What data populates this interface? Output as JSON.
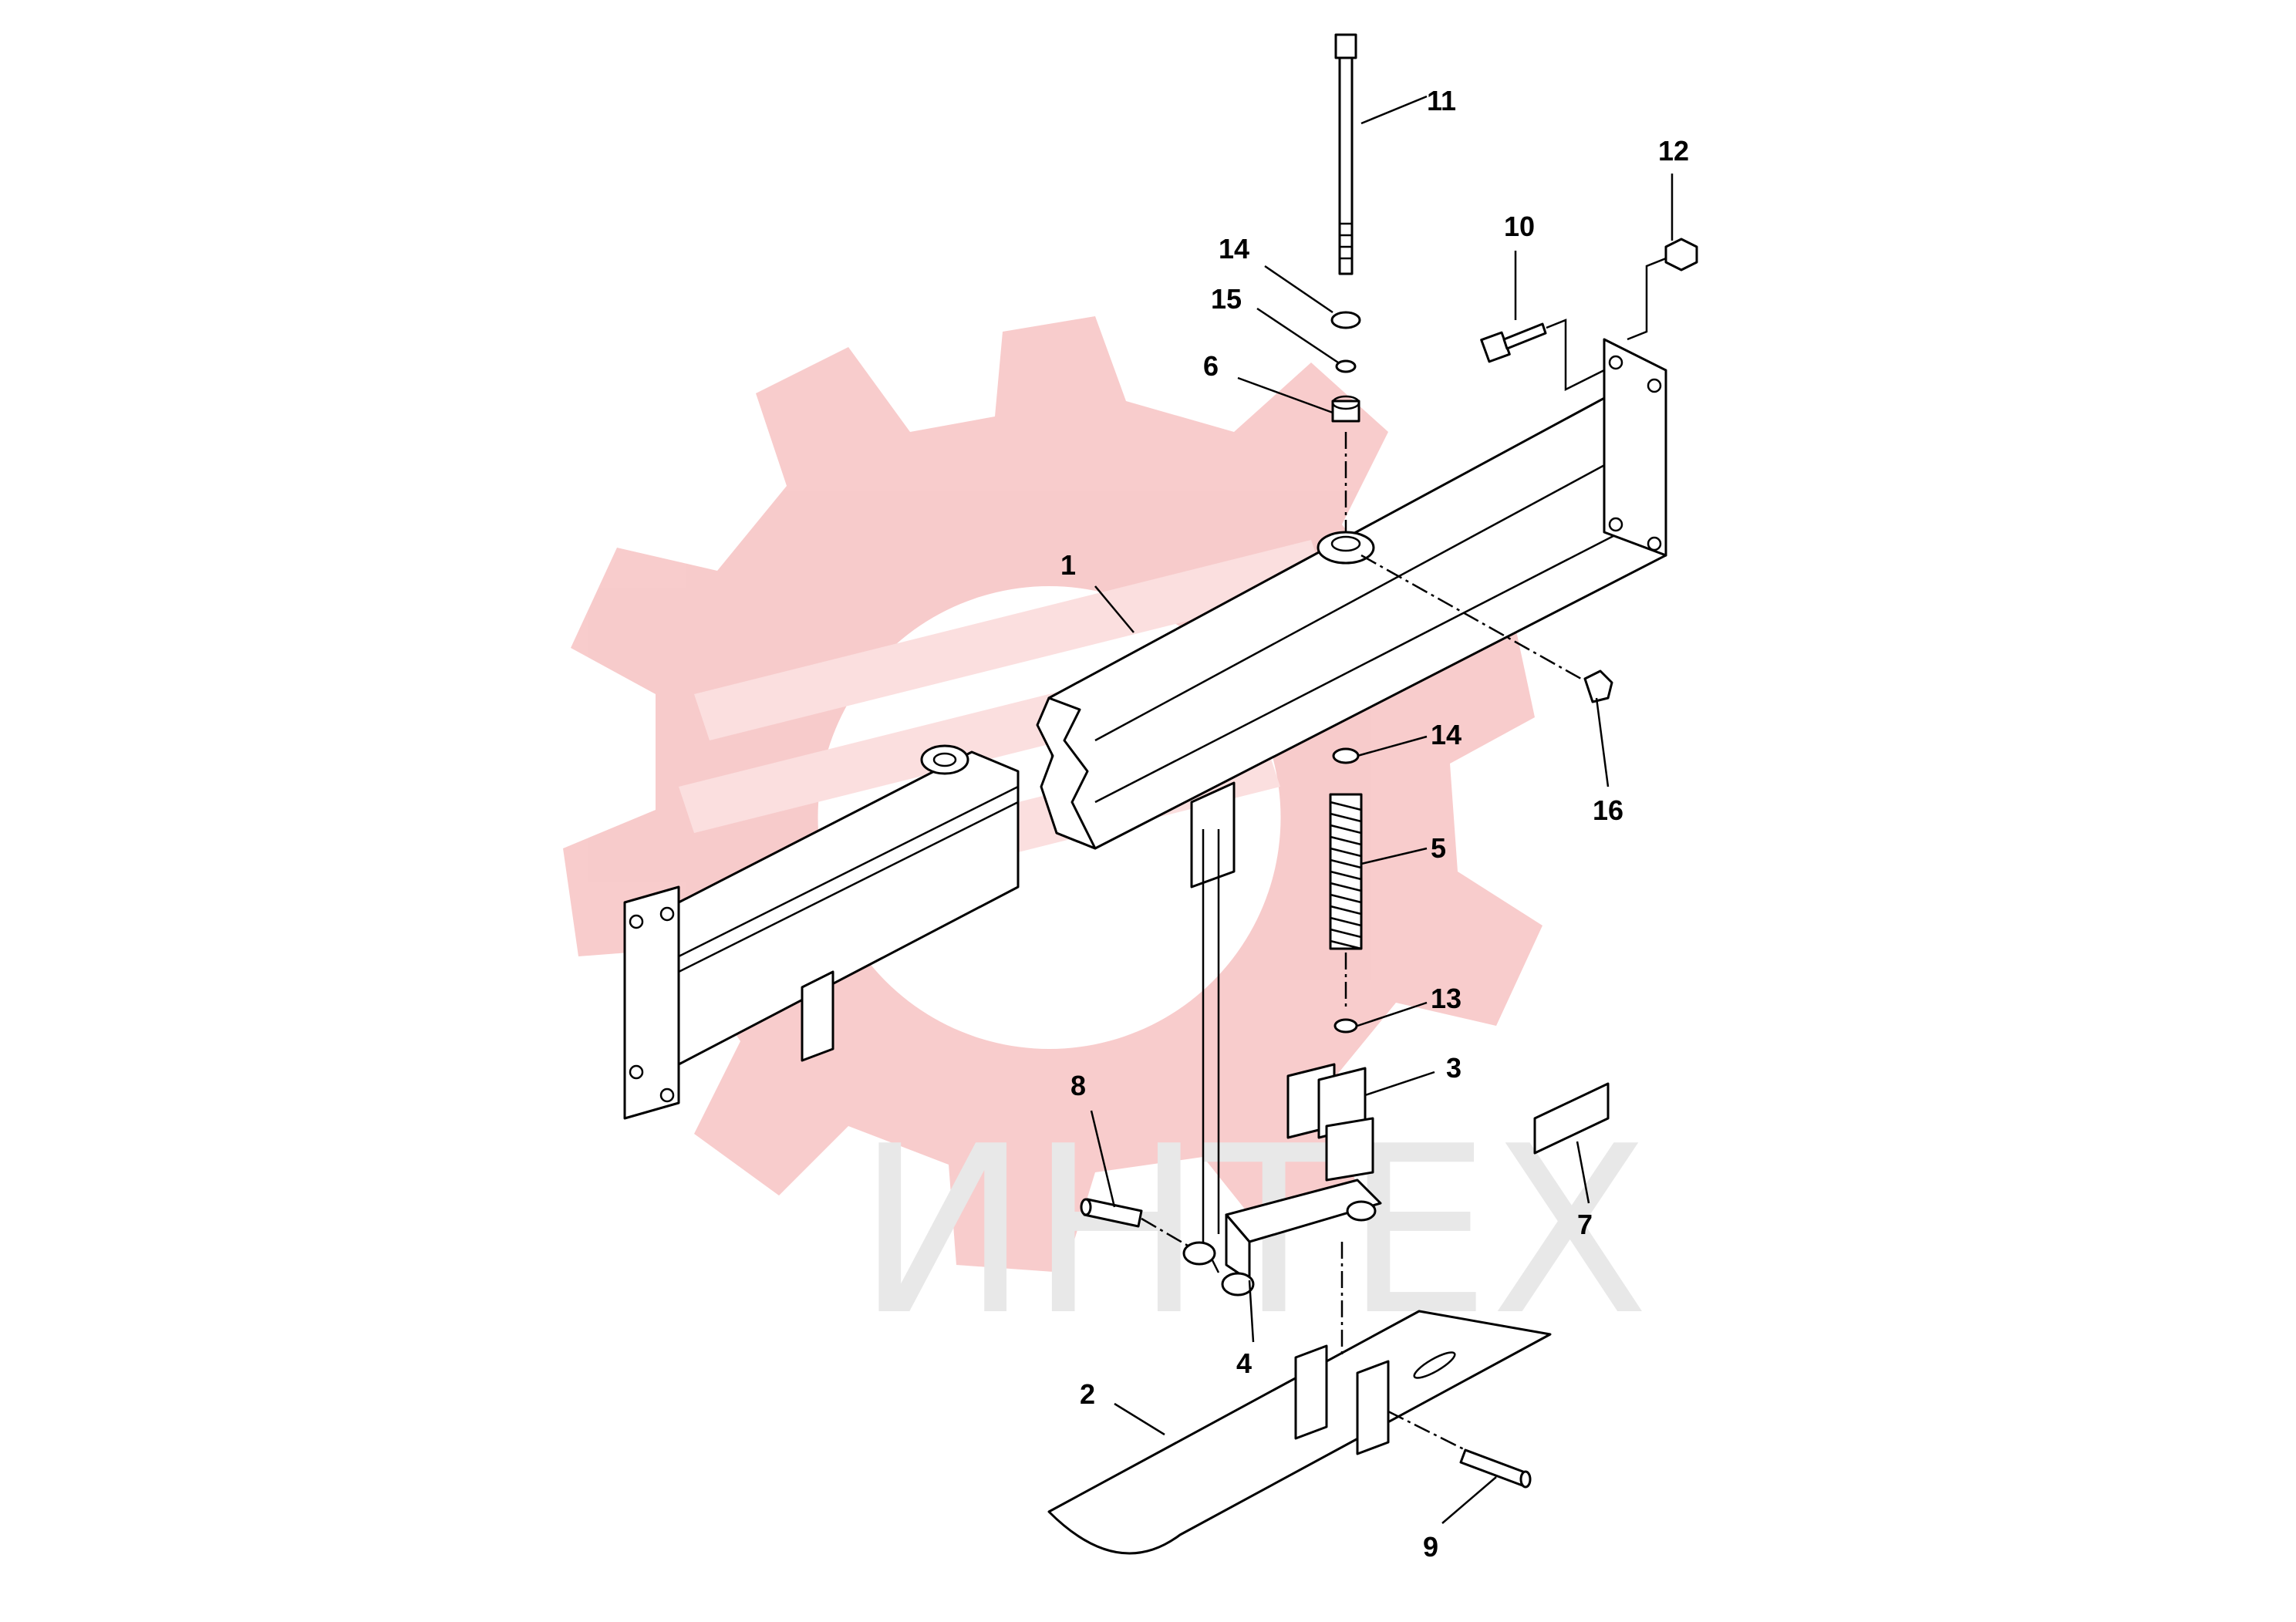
{
  "watermark": {
    "text": "ИНТЕХ",
    "gear_color": "#f7c6c6",
    "text_color": "#e6e6e6"
  },
  "callouts": [
    {
      "id": "label-11",
      "text": "11"
    },
    {
      "id": "label-12",
      "text": "12"
    },
    {
      "id": "label-10",
      "text": "10"
    },
    {
      "id": "label-14a",
      "text": "14"
    },
    {
      "id": "label-15",
      "text": "15"
    },
    {
      "id": "label-6",
      "text": "6"
    },
    {
      "id": "label-1",
      "text": "1"
    },
    {
      "id": "label-14b",
      "text": "14"
    },
    {
      "id": "label-16",
      "text": "16"
    },
    {
      "id": "label-5",
      "text": "5"
    },
    {
      "id": "label-13",
      "text": "13"
    },
    {
      "id": "label-3",
      "text": "3"
    },
    {
      "id": "label-8",
      "text": "8"
    },
    {
      "id": "label-7",
      "text": "7"
    },
    {
      "id": "label-4",
      "text": "4"
    },
    {
      "id": "label-2",
      "text": "2"
    },
    {
      "id": "label-9",
      "text": "9"
    }
  ]
}
